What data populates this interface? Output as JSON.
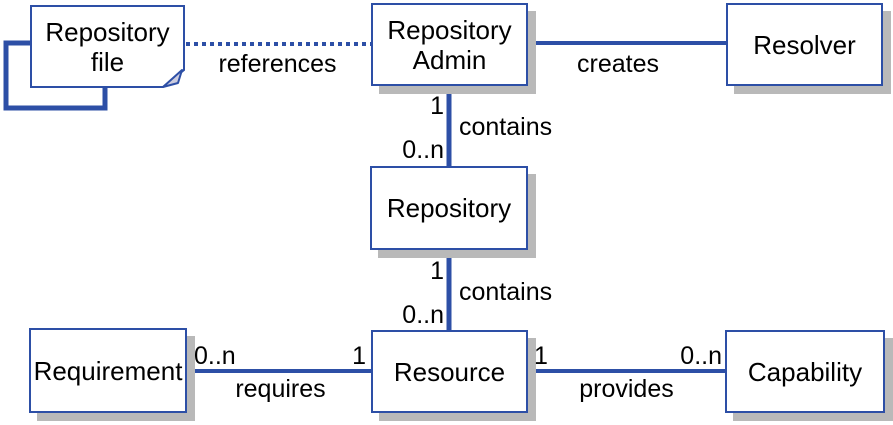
{
  "diagram": {
    "type": "uml-class-association-diagram",
    "colors": {
      "line": "#2d4fa6",
      "box_border": "#2d4fa6",
      "box_fill": "#ffffff",
      "shadow": "#b9b9b9",
      "note_fold_fill": "#ccccdf",
      "text": "#000000",
      "background": "#ffffff"
    },
    "nodes": {
      "repository_file": {
        "label": "Repository file",
        "shape": "note-with-folded-corner"
      },
      "repository_admin": {
        "label": "Repository Admin",
        "shape": "box"
      },
      "resolver": {
        "label": "Resolver",
        "shape": "box"
      },
      "repository": {
        "label": "Repository",
        "shape": "box"
      },
      "requirement": {
        "label": "Requirement",
        "shape": "box"
      },
      "resource": {
        "label": "Resource",
        "shape": "box"
      },
      "capability": {
        "label": "Capability",
        "shape": "box"
      }
    },
    "edges": {
      "references": {
        "from": "repository_file",
        "to": "repository_admin",
        "label": "references",
        "style": "dotted"
      },
      "creates": {
        "from": "repository_admin",
        "to": "resolver",
        "label": "creates",
        "style": "solid"
      },
      "contains_admin": {
        "from": "repository_admin",
        "to": "repository",
        "label": "contains",
        "mult_from": "1",
        "mult_to": "0..n",
        "style": "solid"
      },
      "contains_repo": {
        "from": "repository",
        "to": "resource",
        "label": "contains",
        "mult_from": "1",
        "mult_to": "0..n",
        "style": "solid"
      },
      "requires": {
        "from": "requirement",
        "to": "resource",
        "label": "requires",
        "mult_from": "0..n",
        "mult_to": "1",
        "style": "solid"
      },
      "provides": {
        "from": "resource",
        "to": "capability",
        "label": "provides",
        "mult_from": "1",
        "mult_to": "0..n",
        "style": "solid"
      },
      "repository_file_self_loop": {
        "from": "repository_file",
        "to": "repository_file",
        "label": "",
        "style": "solid"
      }
    }
  }
}
